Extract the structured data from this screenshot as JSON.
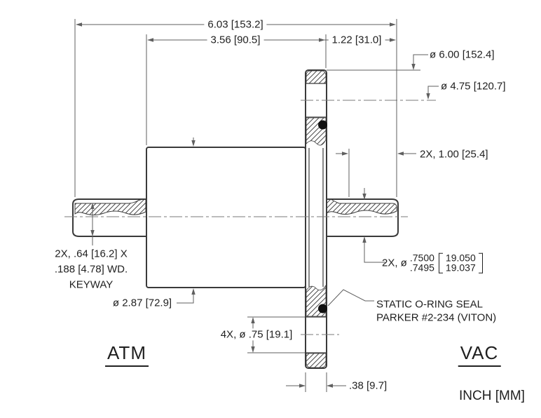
{
  "labels": {
    "atm": "ATM",
    "vac": "VAC",
    "units": "INCH [MM]"
  },
  "dimensions": {
    "overall_length": "6.03 [153.2]",
    "body_length": "3.56 [90.5]",
    "flange_to_shaft_end": "1.22 [31.0]",
    "flange_od": "ø 6.00 [152.4]",
    "bolt_circle_dia": "ø 4.75 [120.7]",
    "shaft_extension": "2X, 1.00 [25.4]",
    "keyway_line1": "2X, .64 [16.2] X",
    "keyway_line2": ".188 [4.78] WD.",
    "keyway_line3": "KEYWAY",
    "body_dia": "ø 2.87 [72.9]",
    "bolt_holes": "4X, ø .75 [19.1]",
    "flange_thickness": ".38 [9.7]",
    "shaft_dia": {
      "prefix": "2X, ø",
      "inch_upper": ".7500",
      "inch_lower": ".7495",
      "mm_upper": "19.050",
      "mm_lower": "19.037"
    }
  },
  "notes": {
    "oring_line1": "STATIC O-RING SEAL",
    "oring_line2": "PARKER #2-234 (VITON)"
  },
  "colors": {
    "line_dark": "#3a3a3a",
    "line_dim": "#5f5f5f",
    "line_center": "#7a7a7a",
    "oring": "#101010",
    "text": "#1f1f1f"
  }
}
